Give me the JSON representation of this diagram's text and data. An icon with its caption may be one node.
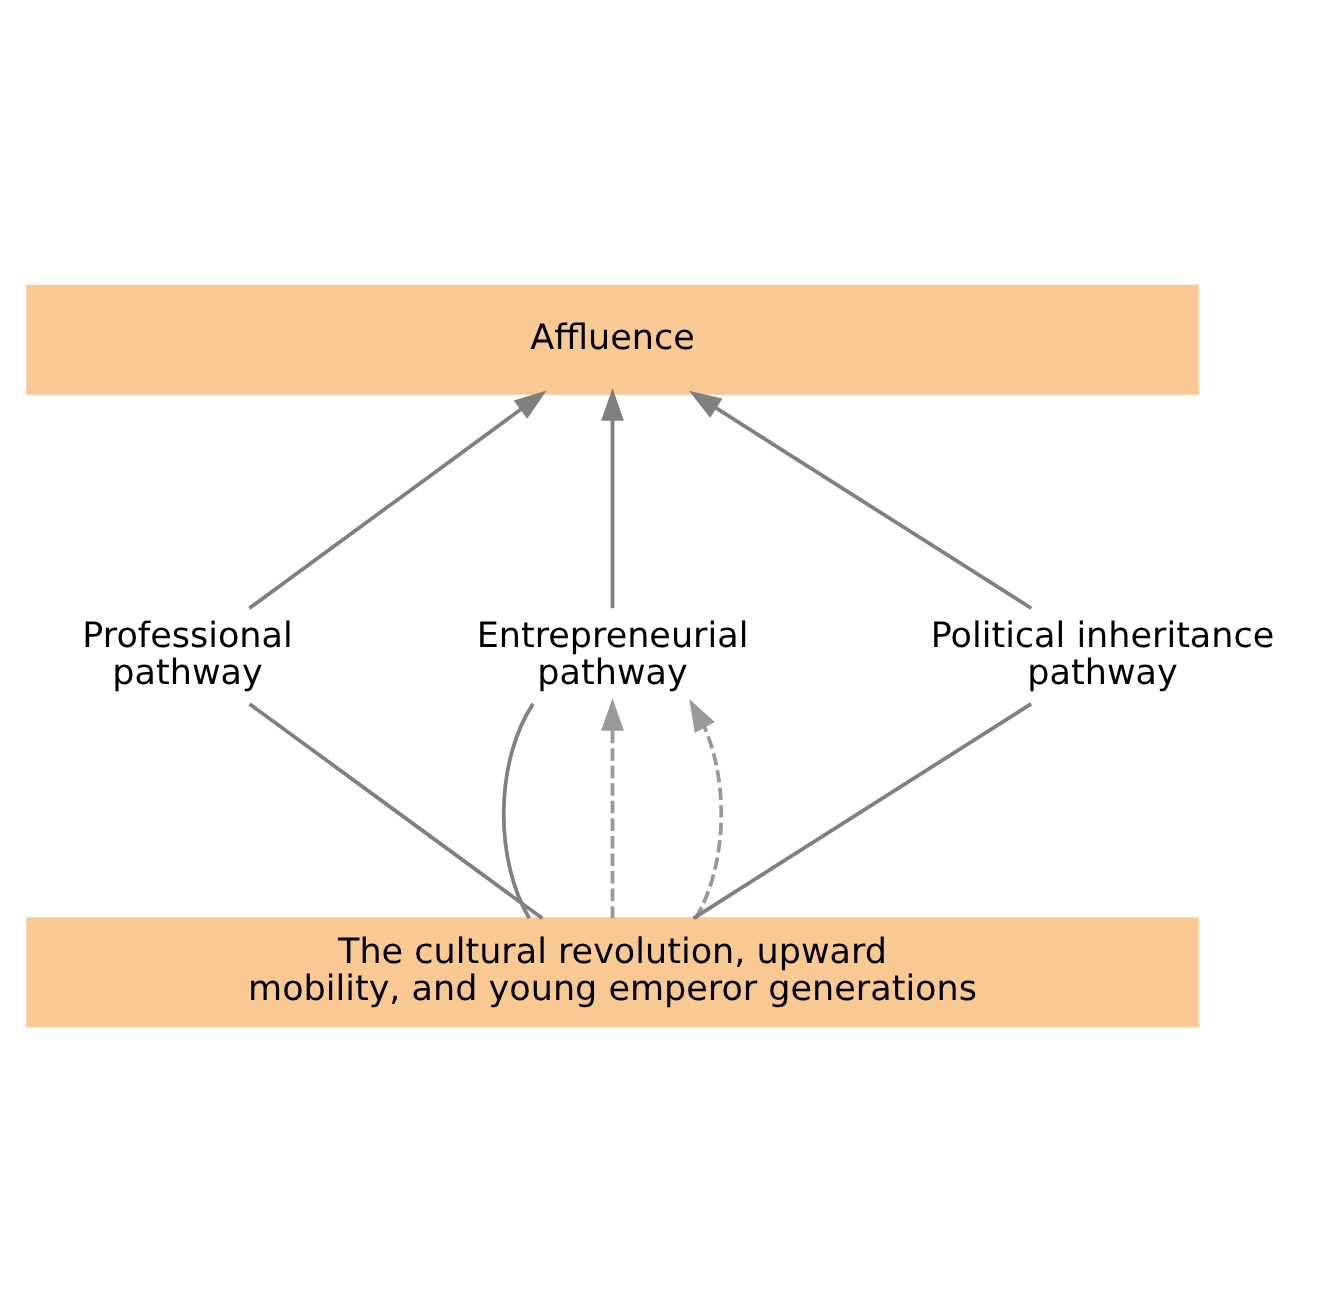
{
  "diagram": {
    "nodes": [
      {
        "text": [
          "Affluence"
        ]
      },
      {
        "text": [
          "Professional pathway"
        ]
      },
      {
        "text": [
          "Entrepreneurial pathway"
        ]
      },
      {
        "text": [
          "Political inheritance pathway"
        ]
      },
      {
        "text": [
          "The cultural revolution, upward mobility, and young emperor generations"
        ]
      }
    ],
    "edges": [
      {
        "from": 4,
        "to": 1,
        "arrow": "none"
      },
      {
        "from": 1,
        "to": 0,
        "arrow": "to"
      },
      {
        "from": 4,
        "to": 2,
        "arrow": "none"
      },
      {
        "from": 2,
        "to": 0,
        "arrow": "to"
      },
      {
        "from": 4,
        "to": 3,
        "arrow": "none"
      },
      {
        "from": 3,
        "to": 0,
        "arrow": "to"
      },
      {
        "from": 4,
        "to": 2,
        "arrow": "to",
        "style": "dashed"
      },
      {
        "from": 4,
        "to": 2,
        "arrow": "to",
        "style": "dashed"
      }
    ]
  }
}
